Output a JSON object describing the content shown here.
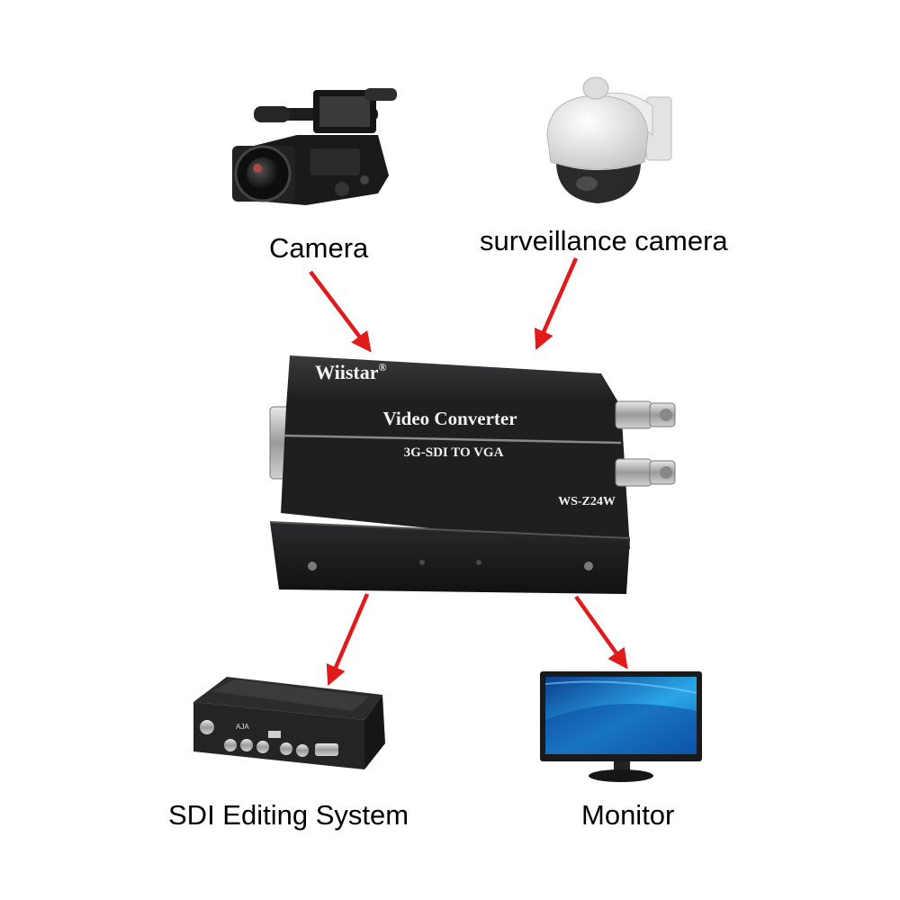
{
  "nodes": {
    "camera": {
      "label": "Camera",
      "icon": "video-camera-icon"
    },
    "surveillance": {
      "label": "surveillance camera",
      "icon": "dome-camera-icon"
    },
    "sdi_editing": {
      "label": "SDI Editing System",
      "icon": "sdi-editing-box-icon"
    },
    "monitor": {
      "label": "Monitor",
      "icon": "monitor-icon"
    }
  },
  "converter": {
    "brand": "Wiistar",
    "registered_mark": "®",
    "title": "Video Converter",
    "subtitle": "3G-SDI TO VGA",
    "model": "WS-Z24W",
    "icon": "converter-box-icon"
  },
  "colors": {
    "arrow": "#e11b1b",
    "device_body": "#1c1c1e",
    "background": "#ffffff"
  },
  "edges": [
    {
      "from": "camera",
      "to": "converter"
    },
    {
      "from": "surveillance",
      "to": "converter"
    },
    {
      "from": "converter",
      "to": "sdi_editing"
    },
    {
      "from": "converter",
      "to": "monitor"
    }
  ]
}
